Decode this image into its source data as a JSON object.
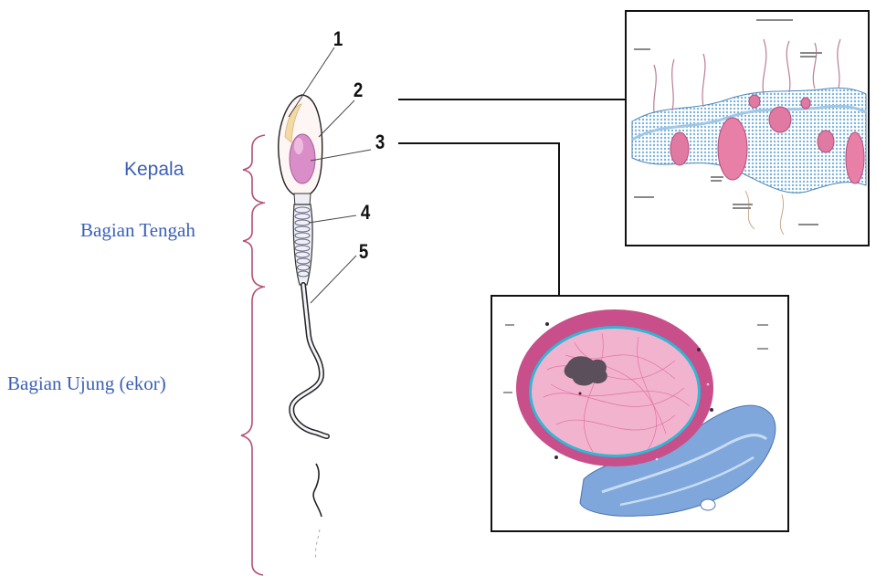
{
  "segments": {
    "head": "Kepala",
    "midpiece": "Bagian Tengah",
    "tail": "Bagian Ujung (ekor)"
  },
  "callouts": [
    "1",
    "2",
    "3",
    "4",
    "5"
  ],
  "colors": {
    "segment_label": "#3a5fb8",
    "brace": "#b3506e",
    "nucleus_pink": "#e88fbd",
    "nuclear_envelope": "#c94f8a",
    "membrane_blue": "#7fb3d9",
    "er_blue": "#5b86c9"
  },
  "illustrations": {
    "membrane_panel": "cell-membrane-illustration",
    "nucleus_panel": "nucleus-illustration"
  }
}
